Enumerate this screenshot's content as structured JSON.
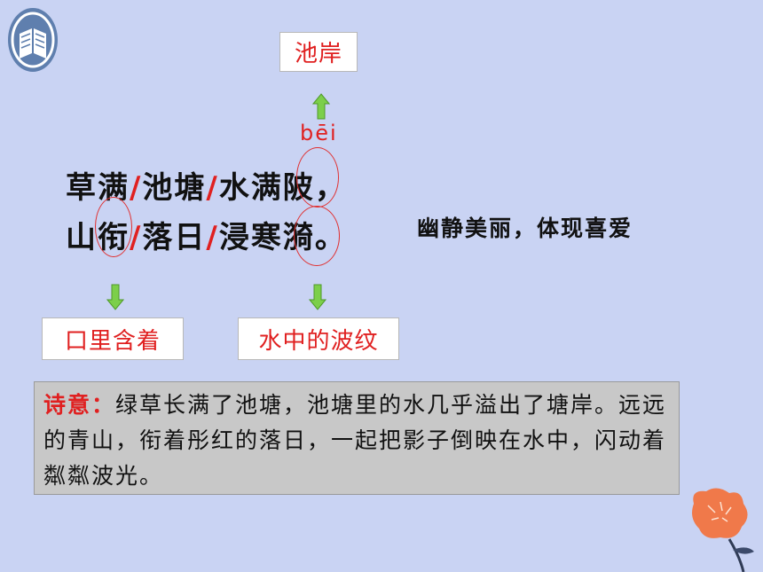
{
  "logo": {
    "icon": "open-book-icon"
  },
  "top_box": "池岸",
  "pinyin": "bēi",
  "poem": {
    "line1": [
      "草满",
      "池塘",
      "水满陂，"
    ],
    "line2": [
      "山衔",
      "落日",
      "浸寒漪。"
    ],
    "separator": "/"
  },
  "summary": "幽静美丽，体现喜爱",
  "bottom_boxes": {
    "left": "口里含着",
    "right": "水中的波纹"
  },
  "meaning": {
    "label": "诗意：",
    "text": "绿草长满了池塘，池塘里的水几乎溢出了塘岸。远远的青山，衔着彤红的落日，一起把影子倒映在水中，闪动着粼粼波光。"
  },
  "colors": {
    "background": "#c9d3f3",
    "accent_red": "#e02020",
    "arrow_green": "#7ccf4a"
  }
}
